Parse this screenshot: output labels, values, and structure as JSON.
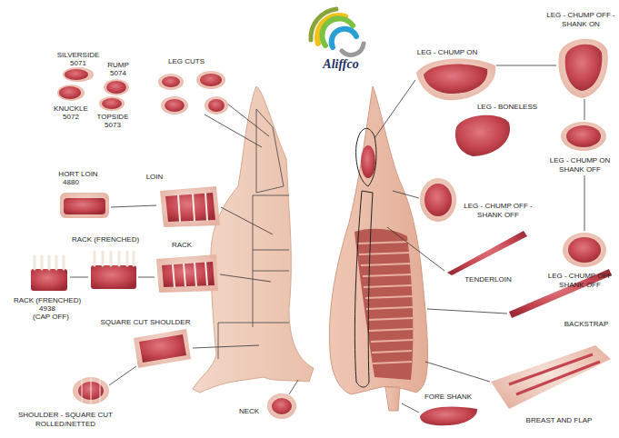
{
  "diagram": {
    "labels": [
      "SILVERSIDE",
      "5071",
      "RUMP",
      "5074",
      "KNUCKLE",
      "5072",
      "TOPSIDE",
      "5073",
      "LEG CUTS",
      "HORT LOIN",
      "4880",
      "LOIN",
      "RACK (FRENCHED)",
      "RACK",
      "RACK (FRENCHED)",
      "4938",
      "(CAP OFF)",
      "SQUARE CUT SHOULDER",
      "SHOULDER - SQUARE CUT ROLLED/NETTED",
      "NECK",
      "Aliffco",
      "LEG - CHUMP ON",
      "LEG - CHUMP OFF - SHANK ON",
      "LEG - BONELESS",
      "LEG - CHUMP ON SHANK OFF",
      "LEG - CHUMP OFF - SHANK OFF",
      "TENDERLOIN",
      "LEG - CHUMP OFF SHANK OFF",
      "BACKSTRAP",
      "FORE SHANK",
      "BREAST AND FLAP"
    ]
  }
}
